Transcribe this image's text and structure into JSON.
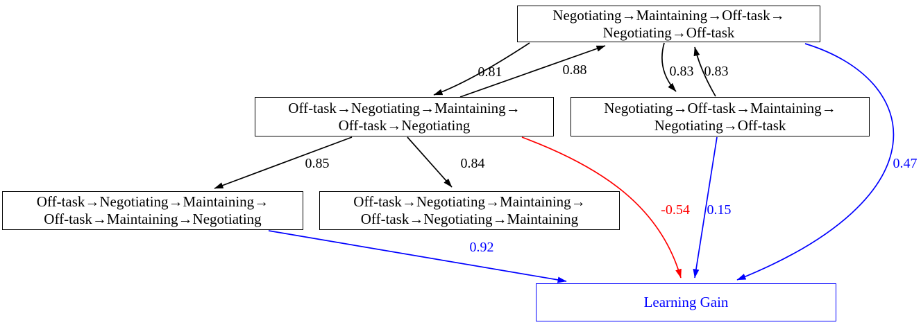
{
  "figure": {
    "type": "directed-graph",
    "background": "#ffffff",
    "colors": {
      "node_border": "#000000",
      "node_text": "#000000",
      "transition_edge": "#000000",
      "negative_outcome_edge": "#ff0000",
      "positive_outcome_edge": "#0000ff",
      "learning_gain_node": "#0000ff"
    },
    "nodes": [
      {
        "id": "negotiating-maintaining-offtask-negotiating-offtask",
        "line1": "Negotiating→Maintaining→Off-task→",
        "line2": "Negotiating→Off-task"
      },
      {
        "id": "offtask-negotiating-maintaining-offtask-negotiating",
        "line1": "Off-task→Negotiating→Maintaining→",
        "line2": "Off-task→Negotiating"
      },
      {
        "id": "negotiating-offtask-maintaining-negotiating-offtask",
        "line1": "Negotiating→Off-task→Maintaining→",
        "line2": "Negotiating→Off-task"
      },
      {
        "id": "offtask-negotiating-maintaining-offtask-maintaining-negotiating",
        "line1": "Off-task→Negotiating→Maintaining→",
        "line2": "Off-task→Maintaining→Negotiating"
      },
      {
        "id": "offtask-negotiating-maintaining-offtask-negotiating-maintaining",
        "line1": "Off-task→Negotiating→Maintaining→",
        "line2": "Off-task→Negotiating→Maintaining"
      },
      {
        "id": "learning-gain",
        "line1": "Learning Gain"
      }
    ],
    "edges": [
      {
        "from": "negotiating-maintaining-offtask-negotiating-offtask",
        "to": "offtask-negotiating-maintaining-offtask-negotiating",
        "weight": "0.81",
        "color": "#000000"
      },
      {
        "from": "offtask-negotiating-maintaining-offtask-negotiating",
        "to": "negotiating-maintaining-offtask-negotiating-offtask",
        "weight": "0.88",
        "color": "#000000"
      },
      {
        "from": "negotiating-maintaining-offtask-negotiating-offtask",
        "to": "negotiating-offtask-maintaining-negotiating-offtask",
        "weight": "0.83",
        "color": "#000000"
      },
      {
        "from": "negotiating-offtask-maintaining-negotiating-offtask",
        "to": "negotiating-maintaining-offtask-negotiating-offtask",
        "weight": "0.83",
        "color": "#000000"
      },
      {
        "from": "offtask-negotiating-maintaining-offtask-negotiating",
        "to": "offtask-negotiating-maintaining-offtask-maintaining-negotiating",
        "weight": "0.85",
        "color": "#000000"
      },
      {
        "from": "offtask-negotiating-maintaining-offtask-negotiating",
        "to": "offtask-negotiating-maintaining-offtask-negotiating-maintaining",
        "weight": "0.84",
        "color": "#000000"
      },
      {
        "from": "offtask-negotiating-maintaining-offtask-negotiating",
        "to": "learning-gain",
        "weight": "-0.54",
        "color": "#ff0000"
      },
      {
        "from": "negotiating-offtask-maintaining-negotiating-offtask",
        "to": "learning-gain",
        "weight": "0.15",
        "color": "#0000ff"
      },
      {
        "from": "negotiating-maintaining-offtask-negotiating-offtask",
        "to": "learning-gain",
        "weight": "0.47",
        "color": "#0000ff"
      },
      {
        "from": "offtask-negotiating-maintaining-offtask-maintaining-negotiating",
        "to": "learning-gain",
        "weight": "0.92",
        "color": "#0000ff"
      }
    ]
  }
}
